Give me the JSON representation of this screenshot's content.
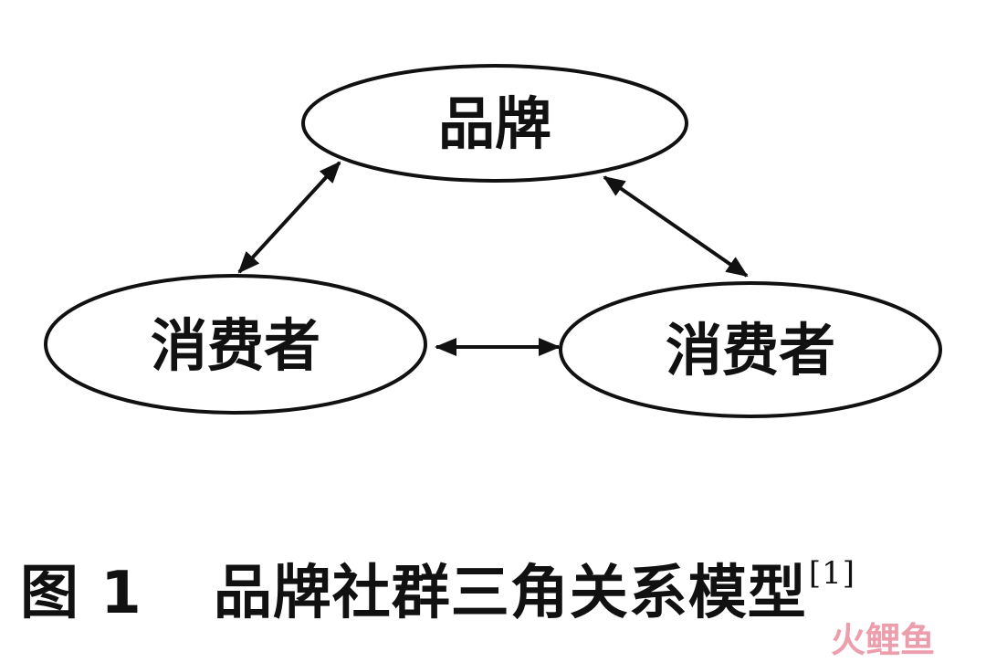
{
  "nodes": {
    "brand": "品牌",
    "consumer_left": "消费者",
    "consumer_right": "消费者"
  },
  "caption": {
    "figure_no": "图 1",
    "title": "品牌社群三角关系模型",
    "citation": "[1]"
  },
  "watermark": "火鲤鱼",
  "colors": {
    "ink": "#111111",
    "watermark": "#e0506a"
  }
}
